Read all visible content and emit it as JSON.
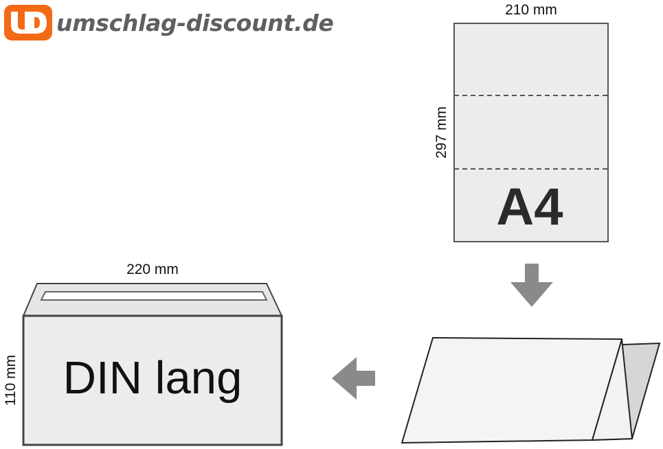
{
  "brand": {
    "name": "umschlag-discount.de",
    "logo_letters": "UD",
    "logo_color": "#f26a16",
    "text_color": "#5f5f5f"
  },
  "sheet": {
    "label": "A4",
    "width_label": "210 mm",
    "height_label": "297 mm",
    "fold_lines": 2
  },
  "envelope": {
    "label": "DIN lang",
    "width_label": "220 mm",
    "height_label": "110 mm"
  },
  "arrows": {
    "sheet_to_folded": "down-arrow-icon",
    "folded_to_envelope": "left-arrow-icon",
    "color": "#8a8a8a"
  },
  "colors": {
    "paper": "#ececec",
    "paper_light": "#f4f4f4",
    "paper_shade": "#d4d4d4",
    "outline": "#555555"
  }
}
